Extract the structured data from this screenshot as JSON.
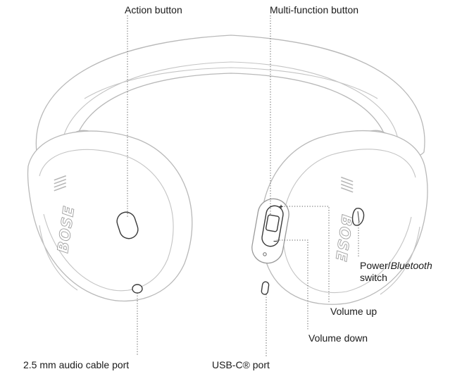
{
  "labels": {
    "action_button": "Action button",
    "multi_function_button": "Multi-function button",
    "power_prefix": "Power/",
    "power_brand": "Bluetooth",
    "power_suffix": "switch",
    "volume_up": "Volume up",
    "volume_down": "Volume down",
    "audio_port": "2.5 mm audio cable port",
    "usbc_port": "USB-C® port"
  },
  "logo": {
    "left": "BOSE",
    "right": "BOSE"
  },
  "controls": {
    "plus_symbol": "+",
    "minus_symbol": "–"
  }
}
